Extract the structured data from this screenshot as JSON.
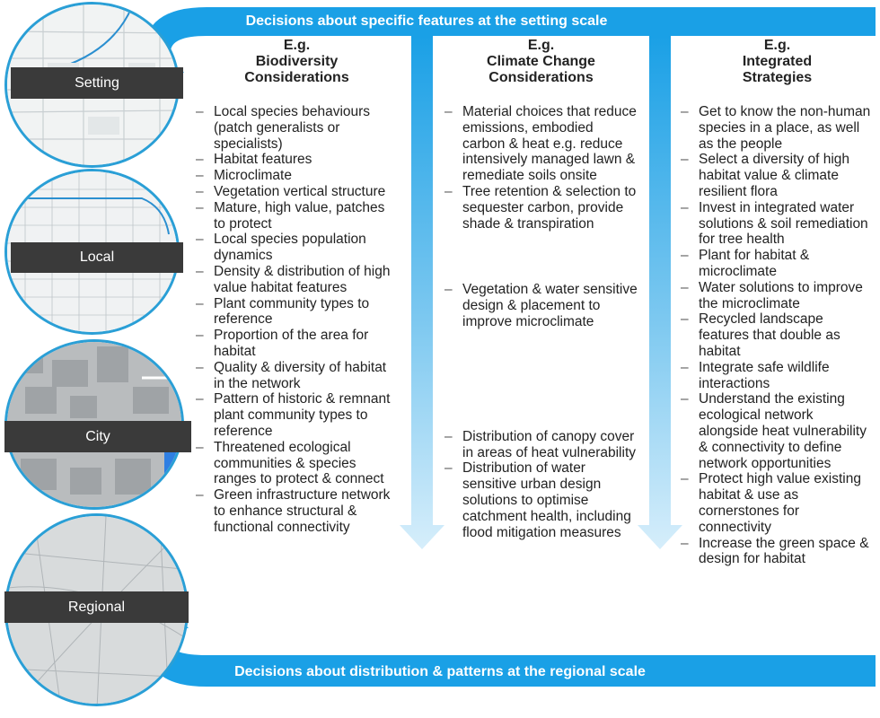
{
  "banners": {
    "top": "Decisions about specific features at the setting scale",
    "bottom": "Decisions about distribution & patterns at the regional scale"
  },
  "scales": [
    {
      "label": "Setting"
    },
    {
      "label": "Local"
    },
    {
      "label": "City"
    },
    {
      "label": "Regional"
    }
  ],
  "columns": [
    {
      "title": [
        "E.g.",
        "Biodiversity",
        "Considerations"
      ],
      "items": [
        "Local species behaviours (patch generalists or specialists)",
        "Habitat features",
        "Microclimate",
        "Vegetation vertical structure",
        "Mature, high value, patches to protect",
        "Local species population dynamics",
        "Density & distribution of high value habitat features",
        "Plant community types to reference",
        "Proportion of the area for habitat",
        "Quality & diversity of habitat in the network",
        "Pattern of historic & remnant plant community types to reference",
        "Threatened ecological communities & species ranges to protect & connect",
        "Green infrastructure network to enhance structural & functional connectivity"
      ]
    },
    {
      "title": [
        "E.g.",
        "Climate Change",
        "Considerations"
      ],
      "groups": [
        [
          "Material choices that reduce emissions, embodied carbon & heat e.g. reduce intensively managed lawn & remediate soils onsite",
          "Tree retention & selection to sequester carbon, provide shade & transpiration"
        ],
        [
          "Vegetation & water sensitive design & placement to improve microclimate"
        ],
        [
          "Distribution of canopy cover in areas of heat vulnerability",
          "Distribution of water sensitive urban design solutions to optimise catchment health, including flood mitigation measures"
        ]
      ]
    },
    {
      "title": [
        "E.g.",
        "Integrated",
        "Strategies"
      ],
      "items": [
        "Get to know the non-human species in a place, as well as the people",
        "Select a diversity of high habitat value & climate resilient flora",
        "Invest in integrated water solutions & soil remediation for tree health",
        "Plant for habitat & microclimate",
        "Water solutions to improve the microclimate",
        "Recycled landscape features that double as habitat",
        "Integrate safe wildlife interactions",
        "Understand the existing ecological network alongside heat vulnerability & connectivity to define network opportunities",
        "Protect high value existing habitat & use as cornerstones for connectivity",
        "Increase the green space & design for habitat"
      ]
    }
  ]
}
